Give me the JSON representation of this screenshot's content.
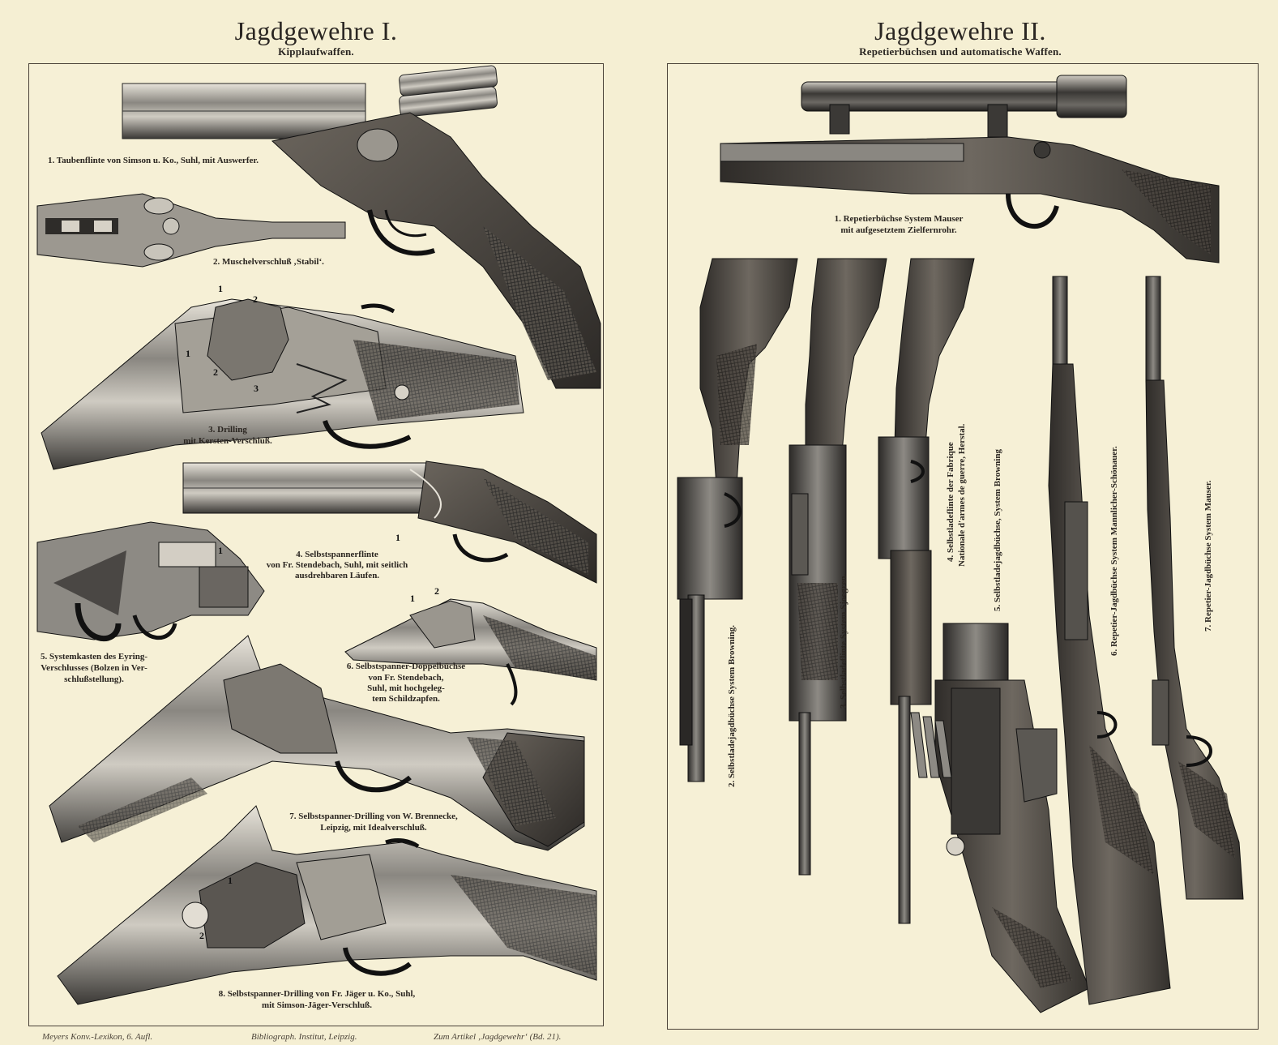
{
  "left": {
    "title": "Jagdgewehre I.",
    "subtitle": "Kipplaufwaffen.",
    "captions": [
      "1. Taubenflinte von Simson u. Ko., Suhl, mit Auswerfer.",
      "2. Muschelverschluß ‚Stabil‘.",
      "3. Drilling",
      "mit Kersten-Verschluß.",
      "4. Selbstspannerflinte",
      "von Fr. Stendebach, Suhl, mit seitlich",
      "ausdrehbaren Läufen.",
      "5. Systemkasten des Eyring-",
      "Verschlusses (Bolzen in Ver-",
      "schlußstellung).",
      "6. Selbstspanner-Doppelbüchse",
      "von Fr. Stendebach,",
      "Suhl, mit hochgeleg-",
      "tem Schildzapfen.",
      "7. Selbstspanner-Drilling von W. Brennecke,",
      "Leipzig, mit Idealverschluß.",
      "8. Selbstspanner-Drilling von Fr. Jäger u. Ko., Suhl,",
      "mit Simson-Jäger-Verschluß."
    ],
    "markers": [
      "1",
      "2",
      "1",
      "2",
      "3",
      "1",
      "1",
      "1",
      "2",
      "1",
      "2"
    ]
  },
  "right": {
    "title": "Jagdgewehre II.",
    "subtitle": "Repetierbüchsen und automatische Waffen.",
    "captions": [
      "1. Repetierbüchse System Mauser",
      "mit aufgesetztem Zielfernrohr.",
      "2. Selbstladejagdbüchse System Browning.",
      "3. Selbstladeflinte System Sjoegren.",
      "4. Selbstladeflinte der Fabrique",
      "Nationale d'armes de guerre, Herstal.",
      "5. Selbstladejagdbüchse, System Browning",
      "6. Repetier-Jagdbüchse System Mannlicher-Schönauer.",
      "7. Repetier-Jagdbüchse System Mauser."
    ]
  },
  "footer": {
    "left": "Meyers Konv.-Lexikon, 6. Aufl.",
    "center": "Bibliograph. Institut, Leipzig.",
    "right": "Zum Artikel ‚Jagdgewehr‘ (Bd. 21)."
  },
  "colors": {
    "paper": "#f5efd3",
    "ink": "#2a2520",
    "steel_dark": "#3a3835",
    "steel_mid": "#8d8a84",
    "wood": "#4c4640"
  }
}
